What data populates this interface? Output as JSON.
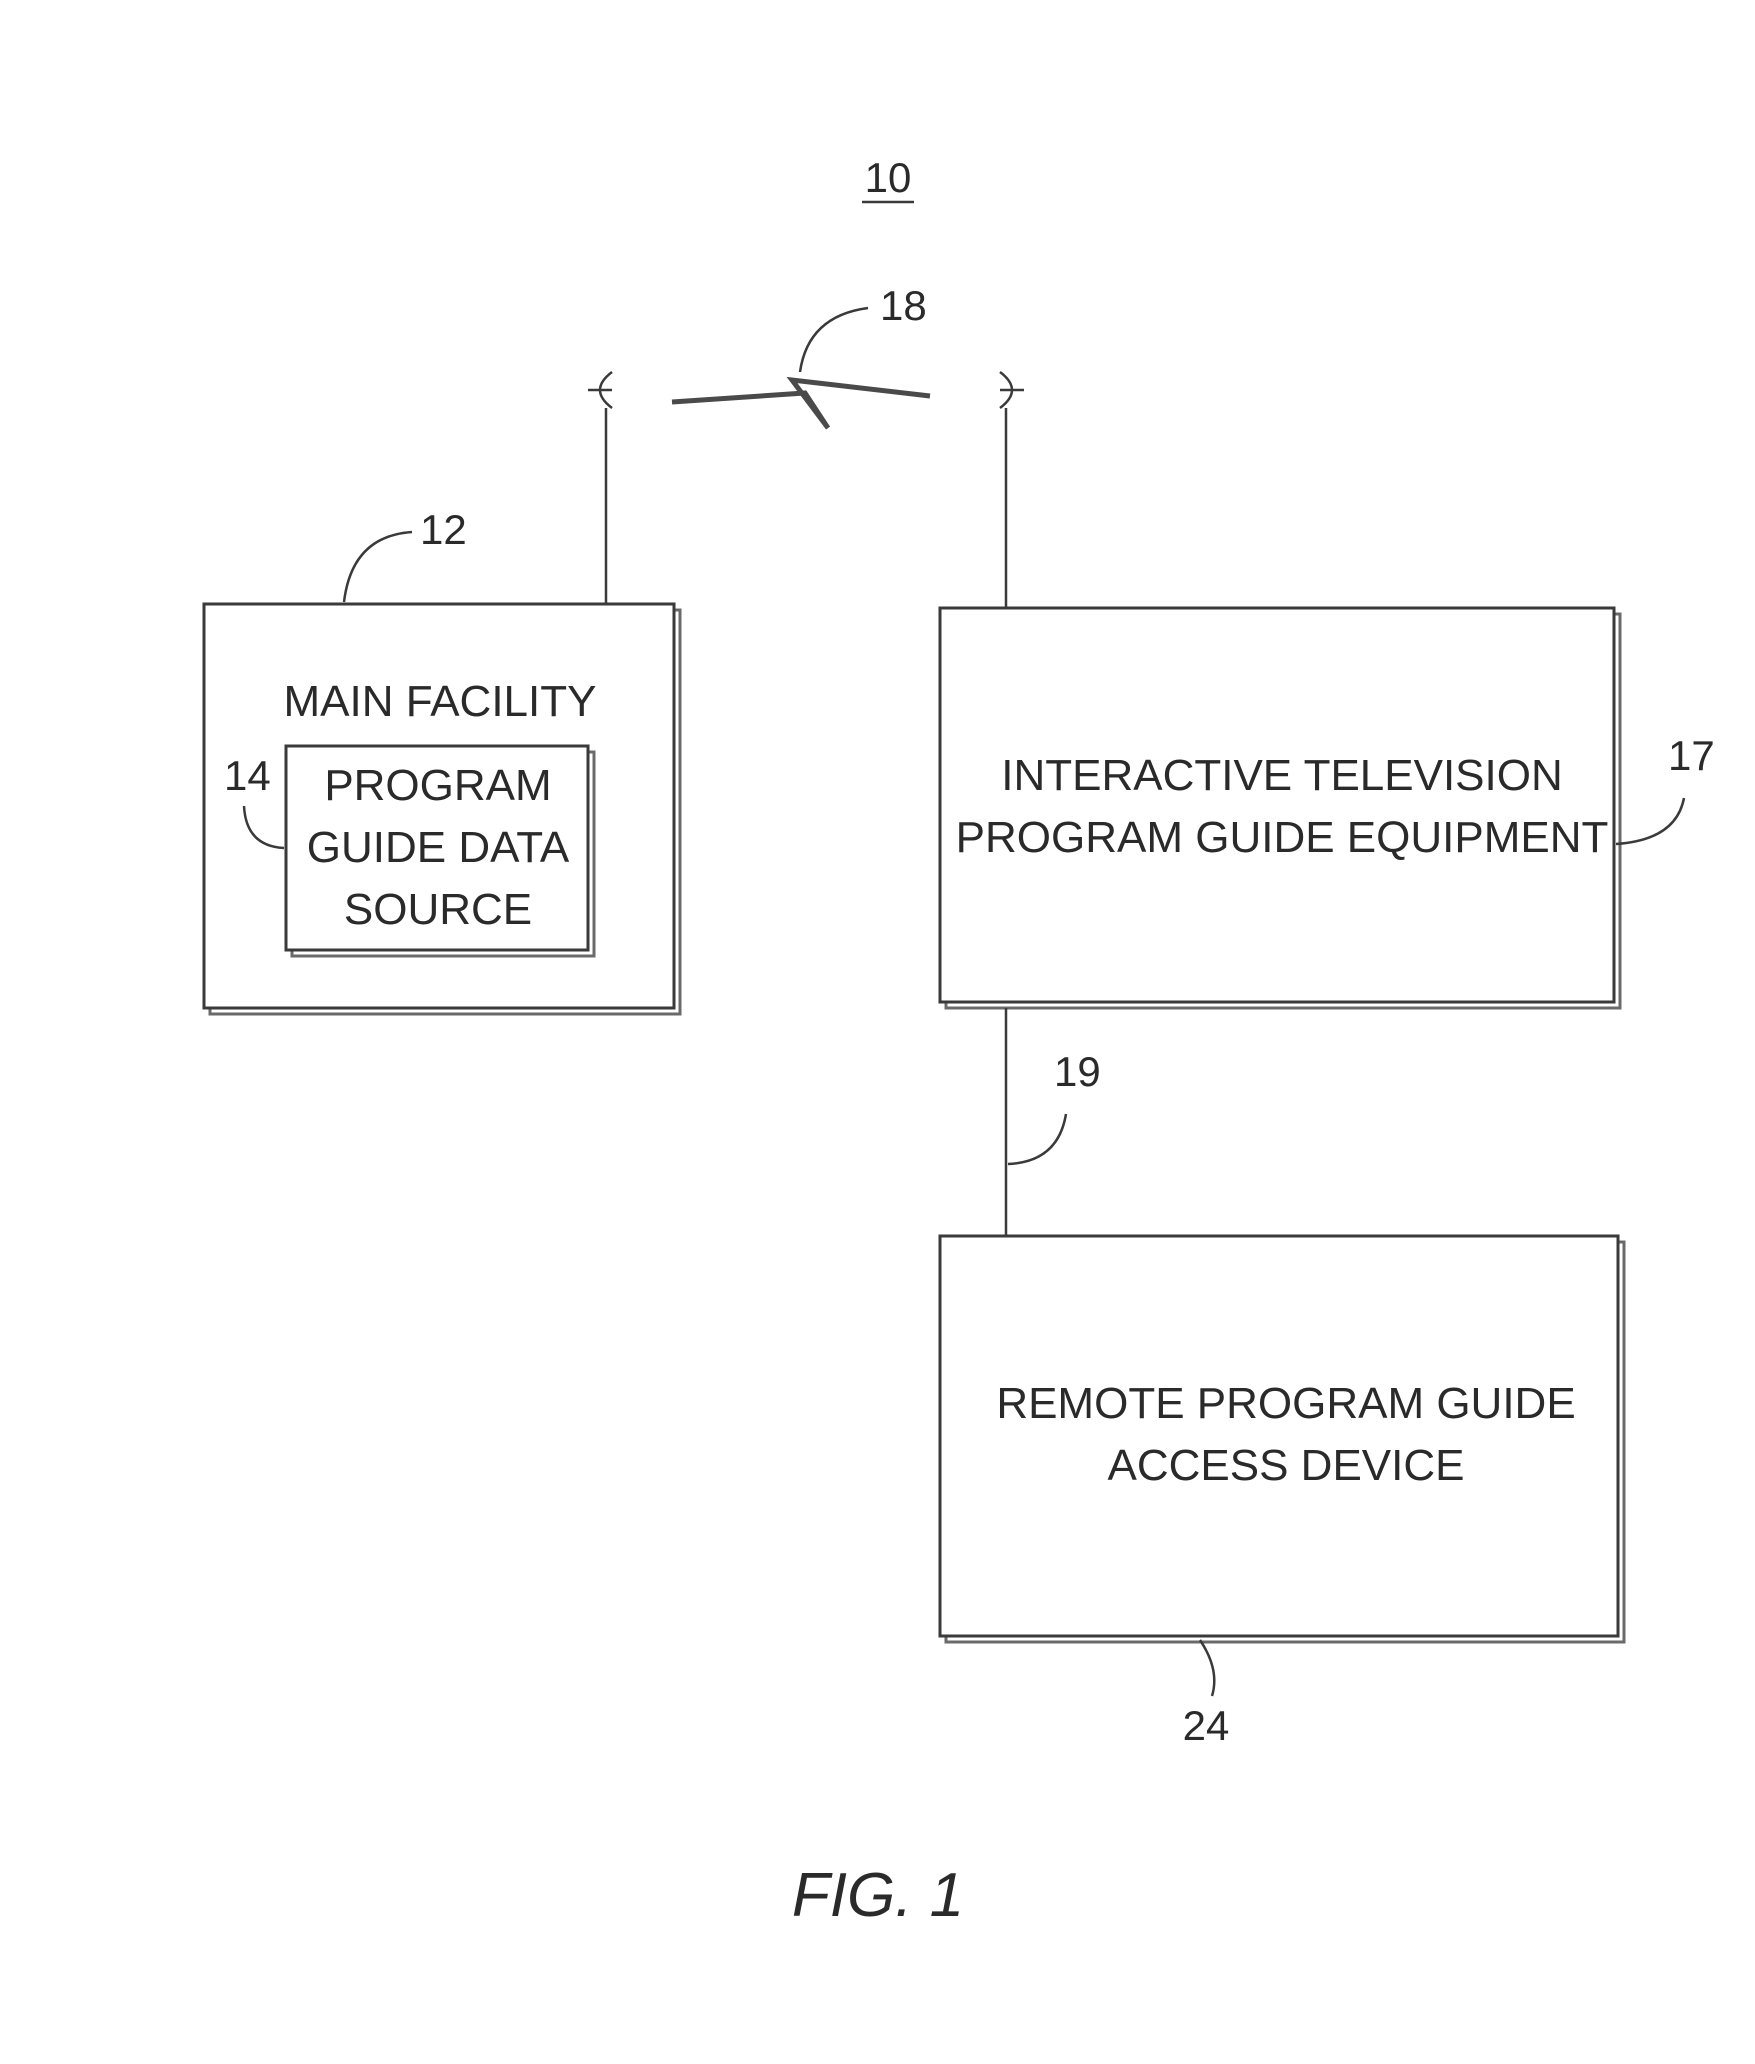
{
  "figure": {
    "number": "10",
    "caption": "FIG. 1"
  },
  "blocks": {
    "main_facility": {
      "ref": "12",
      "title": "MAIN FACILITY"
    },
    "data_source": {
      "ref": "14",
      "lines": [
        "PROGRAM",
        "GUIDE DATA",
        "SOURCE"
      ]
    },
    "itv_equipment": {
      "ref": "17",
      "lines": [
        "INTERACTIVE TELEVISION",
        "PROGRAM GUIDE EQUIPMENT"
      ]
    },
    "remote_device": {
      "ref": "24",
      "lines": [
        "REMOTE PROGRAM GUIDE",
        "ACCESS DEVICE"
      ]
    }
  },
  "links": {
    "wireless_link": {
      "ref": "18"
    },
    "wired_link": {
      "ref": "19"
    }
  }
}
